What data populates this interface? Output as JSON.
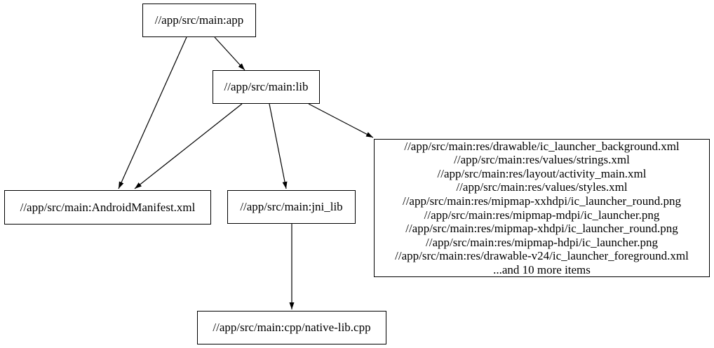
{
  "diagram": {
    "type": "dependency-graph",
    "colors": {
      "background": "#ffffff",
      "node_border": "#000000",
      "node_fill": "#ffffff",
      "edge": "#000000",
      "text": "#000000"
    },
    "nodes": {
      "app": {
        "label": "//app/src/main:app"
      },
      "lib": {
        "label": "//app/src/main:lib"
      },
      "manifest": {
        "label": "//app/src/main:AndroidManifest.xml"
      },
      "jni_lib": {
        "label": "//app/src/main:jni_lib"
      },
      "res_group": {
        "lines": [
          "//app/src/main:res/drawable/ic_launcher_background.xml",
          "//app/src/main:res/values/strings.xml",
          "//app/src/main:res/layout/activity_main.xml",
          "//app/src/main:res/values/styles.xml",
          "//app/src/main:res/mipmap-xxhdpi/ic_launcher_round.png",
          "//app/src/main:res/mipmap-mdpi/ic_launcher.png",
          "//app/src/main:res/mipmap-xhdpi/ic_launcher_round.png",
          "//app/src/main:res/mipmap-hdpi/ic_launcher.png",
          "//app/src/main:res/drawable-v24/ic_launcher_foreground.xml",
          "...and 10 more items"
        ]
      },
      "native_cpp": {
        "label": "//app/src/main:cpp/native-lib.cpp"
      }
    },
    "edges": [
      {
        "from": "app",
        "to": "manifest"
      },
      {
        "from": "app",
        "to": "lib"
      },
      {
        "from": "lib",
        "to": "manifest"
      },
      {
        "from": "lib",
        "to": "jni_lib"
      },
      {
        "from": "lib",
        "to": "res_group"
      },
      {
        "from": "jni_lib",
        "to": "native_cpp"
      }
    ]
  }
}
